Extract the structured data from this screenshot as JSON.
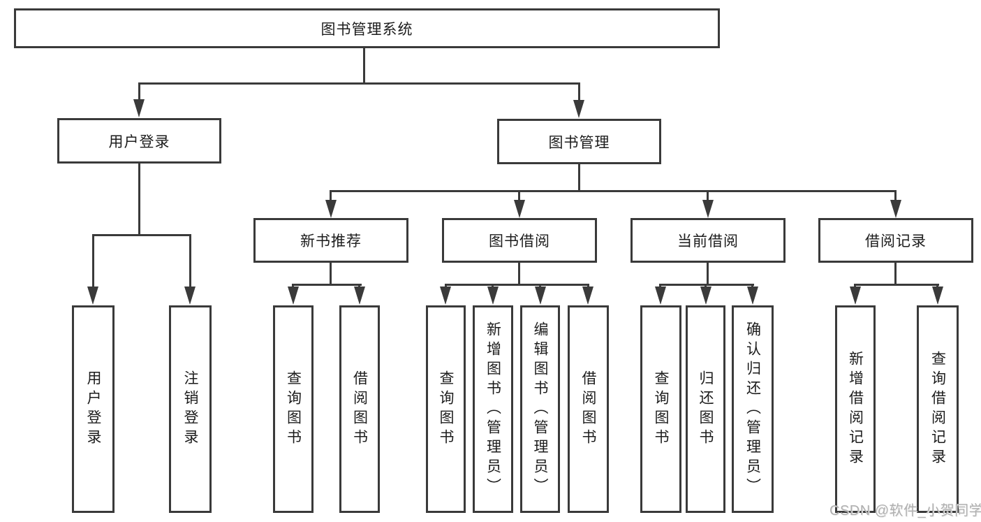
{
  "diagram_title": "图书管理系统",
  "nodes": {
    "root": "图书管理系统",
    "user_login": "用户登录",
    "book_mgmt": "图书管理",
    "new_book_rec": "新书推荐",
    "book_borrow": "图书借阅",
    "current_borrow": "当前借阅",
    "borrow_records": "借阅记录",
    "login": "用户登录",
    "logout": "注销登录",
    "rec_query_book": "查询图书",
    "rec_borrow_book": "借阅图书",
    "bor_query_book": "查询图书",
    "bor_add_book": "新增图书（管理员）",
    "bor_edit_book": "编辑图书（管理员）",
    "bor_borrow_book": "借阅图书",
    "cur_query_book": "查询图书",
    "cur_return_book": "归还图书",
    "cur_confirm_return": "确认归还（管理员）",
    "rec2_add_record": "新增借阅记录",
    "rec2_query_record": "查询借阅记录"
  },
  "hierarchy": {
    "root": [
      "user_login",
      "book_mgmt"
    ],
    "user_login": [
      "login",
      "logout"
    ],
    "book_mgmt": [
      "new_book_rec",
      "book_borrow",
      "current_borrow",
      "borrow_records"
    ],
    "new_book_rec": [
      "rec_query_book",
      "rec_borrow_book"
    ],
    "book_borrow": [
      "bor_query_book",
      "bor_add_book",
      "bor_edit_book",
      "bor_borrow_book"
    ],
    "current_borrow": [
      "cur_query_book",
      "cur_return_book",
      "cur_confirm_return"
    ],
    "borrow_records": [
      "rec2_add_record",
      "rec2_query_record"
    ]
  },
  "watermark": "CSDN @软件_小贺同学",
  "colors": {
    "line": "#3a3a3a",
    "text": "#1c1c1c",
    "watermark": "#b0b0b0",
    "background": "#ffffff"
  }
}
